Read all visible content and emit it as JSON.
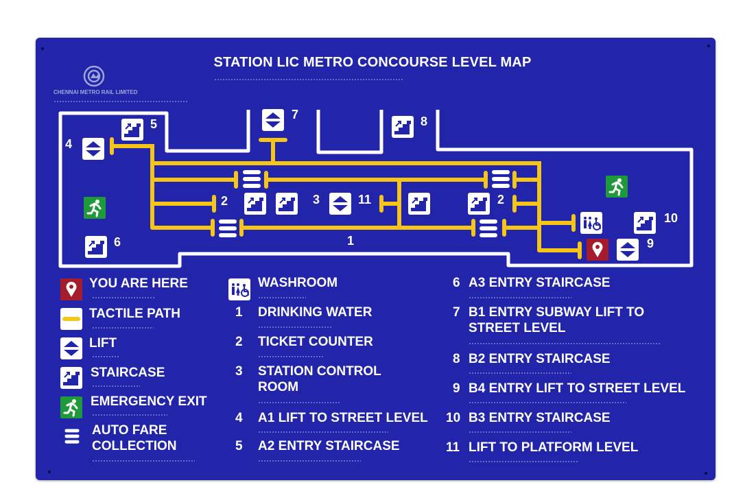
{
  "title": "STATION LIC METRO CONCOURSE LEVEL MAP",
  "logo_text": "CHENNAI METRO RAIL LIMITED",
  "colors": {
    "board": "#2224a9",
    "tactile": "#f5c518",
    "exit": "#1f9a3a",
    "here": "#a51c2c",
    "icon_bg": "#ffffff"
  },
  "map_labels": {
    "n1": "1",
    "n2a": "2",
    "n2b": "2",
    "n3": "3",
    "n4": "4",
    "n5": "5",
    "n6": "6",
    "n7": "7",
    "n8": "8",
    "n9": "9",
    "n10": "10",
    "n11": "11"
  },
  "legend_symbols": [
    {
      "icon": "location-pin-icon",
      "label": "YOU ARE HERE"
    },
    {
      "icon": "tactile-path-icon",
      "label": "TACTILE PATH"
    },
    {
      "icon": "lift-icon",
      "label": "LIFT"
    },
    {
      "icon": "staircase-icon",
      "label": "STAIRCASE"
    },
    {
      "icon": "emergency-exit-icon",
      "label": "EMERGENCY EXIT"
    },
    {
      "icon": "auto-fare-collection-icon",
      "label": "AUTO FARE",
      "label2": "COLLECTION"
    },
    {
      "icon": "washroom-icon",
      "label": "WASHROOM"
    }
  ],
  "legend_numbered": [
    {
      "n": "1",
      "label": "DRINKING WATER"
    },
    {
      "n": "2",
      "label": "TICKET COUNTER"
    },
    {
      "n": "3",
      "label": "STATION CONTROL",
      "label2": "ROOM"
    },
    {
      "n": "4",
      "label": "A1 LIFT TO STREET LEVEL"
    },
    {
      "n": "5",
      "label": "A2 ENTRY STAIRCASE"
    },
    {
      "n": "6",
      "label": "A3 ENTRY STAIRCASE"
    },
    {
      "n": "7",
      "label": "B1 ENTRY SUBWAY LIFT TO",
      "label2": "STREET LEVEL"
    },
    {
      "n": "8",
      "label": "B2 ENTRY STAIRCASE"
    },
    {
      "n": "9",
      "label": "B4 ENTRY LIFT TO STREET LEVEL"
    },
    {
      "n": "10",
      "label": "B3 ENTRY STAIRCASE"
    },
    {
      "n": "11",
      "label": "LIFT TO PLATFORM LEVEL"
    }
  ]
}
